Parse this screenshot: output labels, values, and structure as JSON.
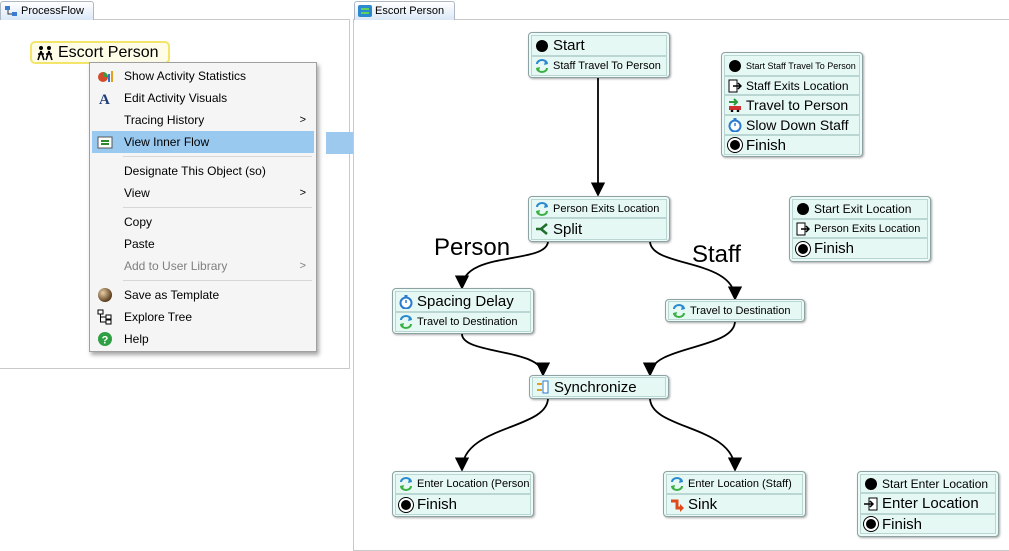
{
  "tabs": [
    {
      "label": "ProcessFlow"
    },
    {
      "label": "Escort Person"
    }
  ],
  "left_panel": {
    "object_label": "Escort Person"
  },
  "context_menu": {
    "items": [
      {
        "label": "Show Activity Statistics",
        "icon": "statistics-icon"
      },
      {
        "label": "Edit Activity Visuals",
        "icon": "font-a-icon"
      },
      {
        "label": "Tracing History",
        "submenu": ">"
      },
      {
        "label": "View Inner Flow",
        "icon": "inner-flow-icon",
        "highlighted": true
      },
      {
        "label": "Designate This Object (so)"
      },
      {
        "label": "View",
        "submenu": ">"
      },
      {
        "label": "Copy"
      },
      {
        "label": "Paste"
      },
      {
        "label": "Add to User Library",
        "submenu": ">",
        "disabled": true
      },
      {
        "label": "Save as Template",
        "icon": "template-sphere-icon"
      },
      {
        "label": "Explore Tree",
        "icon": "tree-icon"
      },
      {
        "label": "Help",
        "icon": "help-icon"
      }
    ]
  },
  "flow": {
    "main": {
      "start": "Start",
      "staff_travel": "Staff Travel To Person",
      "person_exits": "Person Exits Location",
      "split": "Split",
      "spacing_delay": "Spacing Delay",
      "travel_dest_left": "Travel to Destination",
      "travel_dest_right": "Travel to Destination",
      "synchronize": "Synchronize",
      "enter_person": "Enter Location (Person)",
      "finish_left": "Finish",
      "enter_staff": "Enter Location (Staff)",
      "sink": "Sink"
    },
    "labels": {
      "person": "Person",
      "staff": "Staff"
    },
    "staff_block": {
      "start": "Start Staff Travel To Person",
      "exits": "Staff Exits Location",
      "travel": "Travel to Person",
      "slow": "Slow Down Staff",
      "finish": "Finish"
    },
    "exit_block": {
      "start": "Start Exit Location",
      "exits": "Person Exits Location",
      "finish": "Finish"
    },
    "enter_block": {
      "start": "Start Enter Location",
      "enter": "Enter Location",
      "finish": "Finish"
    }
  },
  "colors": {
    "block_bg": "#ecfaf8",
    "menu_highlight": "#99c9ef",
    "big_arrow": "#9ec9ee"
  }
}
